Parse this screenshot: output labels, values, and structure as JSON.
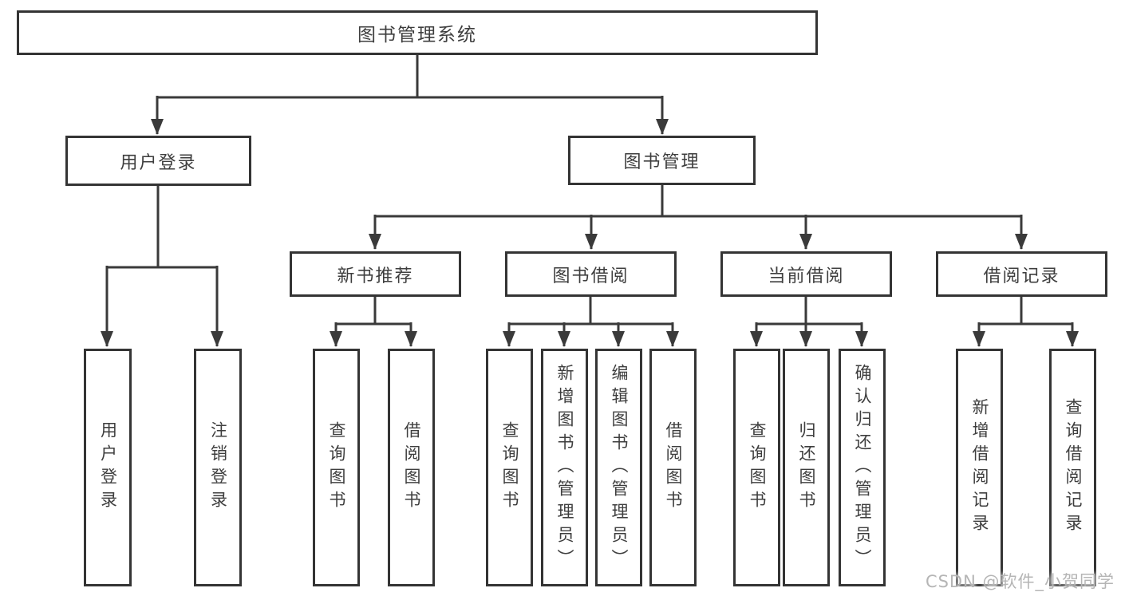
{
  "diagram_type": "functional-structure-tree",
  "nodes": {
    "root": "图书管理系统",
    "user_login_branch": {
      "label": "用户登录",
      "children": [
        "用户登录",
        "注销登录"
      ]
    },
    "book_management": {
      "label": "图书管理",
      "sections": [
        {
          "label": "新书推荐",
          "children": [
            "查询图书",
            "借阅图书"
          ]
        },
        {
          "label": "图书借阅",
          "children": [
            "查询图书",
            "新增图书（管理员）",
            "编辑图书（管理员）",
            "借阅图书"
          ]
        },
        {
          "label": "当前借阅",
          "children": [
            "查询图书",
            "归还图书",
            "确认归还（管理员）"
          ]
        },
        {
          "label": "借阅记录",
          "children": [
            "新增借阅记录",
            "查询借阅记录"
          ]
        }
      ]
    }
  },
  "watermark": {
    "text": "CSDN @软件_小贺同学"
  },
  "colors": {
    "background": "#ffffff",
    "box_border": "#343434",
    "connector_line": "#3a3a3a",
    "text": "#3e3e3e",
    "watermark_text": "#b5b5b5"
  }
}
